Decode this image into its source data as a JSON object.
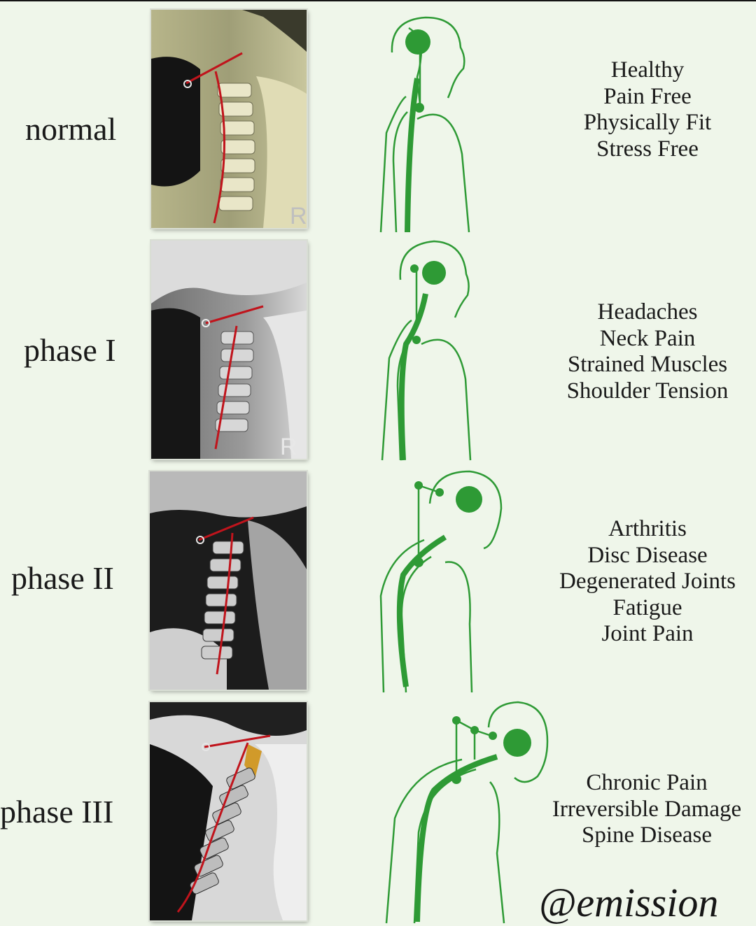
{
  "stages": [
    {
      "label": "normal",
      "symptoms": [
        "Healthy",
        "Pain Free",
        "Physically Fit",
        "Stress Free"
      ],
      "xray_mark": "R"
    },
    {
      "label": "phase I",
      "symptoms": [
        "Headaches",
        "Neck Pain",
        "Strained Muscles",
        "Shoulder Tension"
      ],
      "xray_mark": "R"
    },
    {
      "label": "phase II",
      "symptoms": [
        "Arthritis",
        "Disc Disease",
        "Degenerated Joints",
        "Fatigue",
        "Joint Pain"
      ]
    },
    {
      "label": "phase III",
      "symptoms": [
        "Chronic Pain",
        "Irreversible Damage",
        "Spine Disease"
      ]
    }
  ],
  "watermark": "@emission",
  "colors": {
    "background": "#eff6ea",
    "figure_green": "#2e9a35",
    "spine_line": "#c0141c"
  },
  "icons": [
    "xray-image",
    "posture-figure"
  ]
}
